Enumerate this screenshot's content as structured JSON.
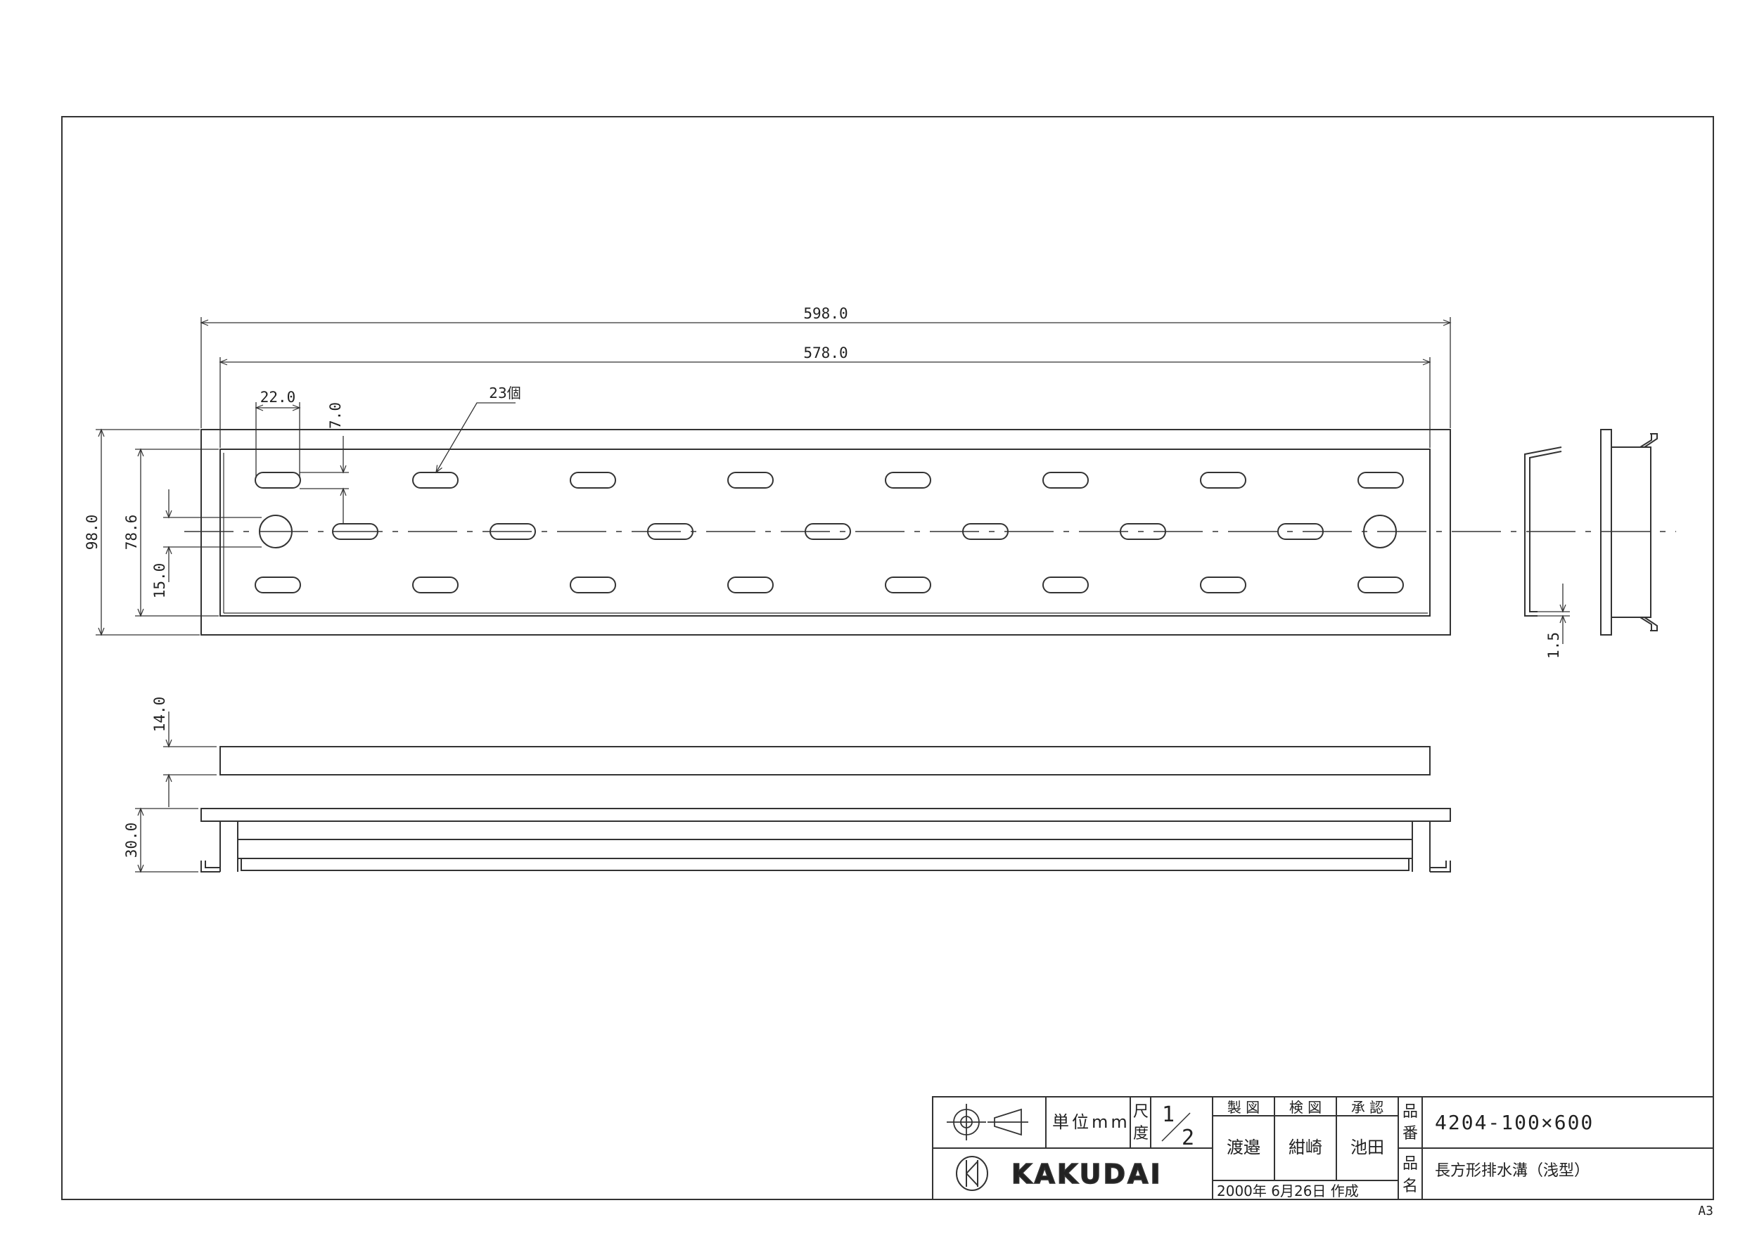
{
  "dimensions": {
    "overall_length": "598.0",
    "inner_length": "578.0",
    "slot_length": "22.0",
    "slot_width": "7.0",
    "hole_count": "23個",
    "overall_width": "98.0",
    "inner_width": "78.6",
    "row_spacing": "15.0",
    "plate_thickness": "1.5",
    "cover_height": "14.0",
    "frame_height": "30.0"
  },
  "title_block": {
    "unit_label": "単位mm",
    "scale_label_1": "尺",
    "scale_label_2": "度",
    "scale_num": "1",
    "scale_den": "2",
    "col_drafter": "製 図",
    "col_checker": "検 図",
    "col_approver": "承 認",
    "drafter": "渡邉",
    "checker": "紺崎",
    "approver": "池田",
    "label_product_no_1": "品",
    "label_product_no_2": "番",
    "label_product_name_1": "品",
    "label_product_name_2": "名",
    "product_no": "4204-100×600",
    "product_name": "長方形排水溝（浅型）",
    "date": "2000年 6月26日 作成",
    "brand": "KAKUDAI"
  },
  "sheet_size": "A3"
}
